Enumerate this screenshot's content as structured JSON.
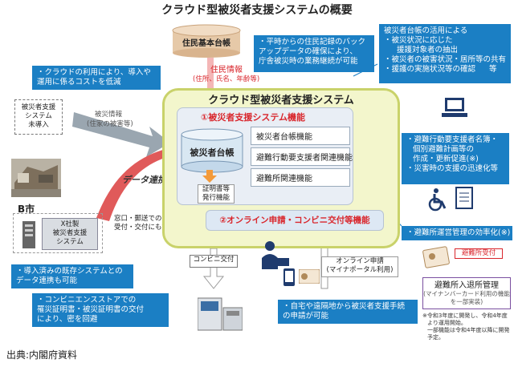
{
  "title": "クラウド型被災者支援システムの概要",
  "registry": {
    "label": "住民基本台帳"
  },
  "resident_info": {
    "title": "住民情報",
    "detail": "(住所、氏名、年齢等)"
  },
  "note_backup": [
    "・平時からの住民記録のバック",
    "アップデータの確保により、",
    "庁舎被災時の業務継続が可能"
  ],
  "ledger_usage": {
    "title": "被災者台帳の活用による",
    "items": [
      "・被災状況に応じた",
      "援護対象者の抽出",
      "・被災者の被害状況・居所等の共有",
      "・援護の実施状況等の確認",
      "等"
    ]
  },
  "note_cloud_cost": [
    "・クラウドの利用により、導入や",
    "運用に係るコストを低減"
  ],
  "not_installed": [
    "被災者支援",
    "システム",
    "未導入"
  ],
  "victim_info": {
    "title": "被災情報",
    "detail": "(住家の被害等)"
  },
  "data_link": "データ連携",
  "city_b": "B市",
  "company_x": [
    "X社製",
    "被災者支援",
    "システム"
  ],
  "window_counter": [
    "窓口・郵送での",
    "受付・交付にも対応"
  ],
  "note_existing": [
    "・導入済みの既存システムとの",
    "データ連携も可能"
  ],
  "note_convenience": [
    "・コンビニエンスストアでの",
    "罹災証明書・被災証明書の交付",
    "により、密を回避"
  ],
  "cloud": {
    "title": "クラウド型被災者支援システム",
    "section1": "①被災者支援システム機能",
    "ledger_label": "被災者台帳",
    "functions": [
      "被災者台帳機能",
      "避難行動要支援者関連機能",
      "避難所関連機能"
    ],
    "certificate": [
      "証明書等",
      "発行機能"
    ],
    "section2": "②オンライン申請・コンビニ交付等機能"
  },
  "note_evacuation": [
    "・避難行動要支援者名簿・",
    "個別避難計画等の",
    "作成・更新促進",
    "(※)",
    "・災害時の支援の迅速化等"
  ],
  "note_shelter": [
    "・避難所運営管理の効率化",
    "(※)"
  ],
  "convenience_delivery": "コンビニ交付",
  "online_application": [
    "オンライン申請",
    "(マイナポータル利用)"
  ],
  "note_home": [
    "・自宅や遠隔地から被災者支援手続",
    "の申請が可能"
  ],
  "shelter_reception": "避難所受付",
  "shelter_management": {
    "title": "避難所入退所管理",
    "detail": [
      "(マイナンバーカード利用の機能",
      "を一部実装)"
    ]
  },
  "footnote": [
    "※令和3年度に開発し、令和4年度",
    "より運用開始。",
    "一部機能は令和4年度以降に開発",
    "予定。"
  ],
  "source": "出典:内閣府資料",
  "colors": {
    "note_blue": "#1b7fc4",
    "cloud_fill": "#f3f6cc",
    "cloud_border": "#c9d26a",
    "red_text": "#d9262c",
    "arrow_red": "#d94040"
  }
}
